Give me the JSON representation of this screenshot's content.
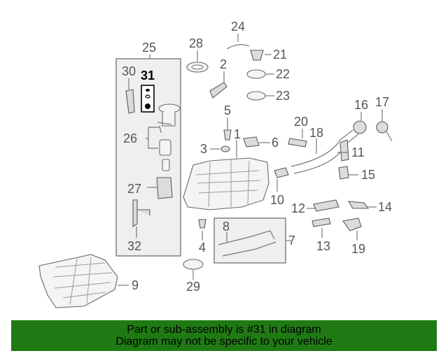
{
  "diagram": {
    "callouts": {
      "c1": "1",
      "c2": "2",
      "c3": "3",
      "c4": "4",
      "c5": "5",
      "c6": "6",
      "c7": "7",
      "c8": "8",
      "c9": "9",
      "c10": "10",
      "c11": "11",
      "c12": "12",
      "c13": "13",
      "c14": "14",
      "c15": "15",
      "c16": "16",
      "c17": "17",
      "c18": "18",
      "c19": "19",
      "c20": "20",
      "c21": "21",
      "c22": "22",
      "c23": "23",
      "c24": "24",
      "c25": "25",
      "c26": "26",
      "c27": "27",
      "c28": "28",
      "c29": "29",
      "c30": "30",
      "c31": "31",
      "c32": "32"
    },
    "highlighted_part": "31"
  },
  "banner": {
    "line1": "Part or sub-assembly is #31 in diagram",
    "line2": "Diagram may not be specific to your vehicle",
    "background": "#1f7a13"
  }
}
